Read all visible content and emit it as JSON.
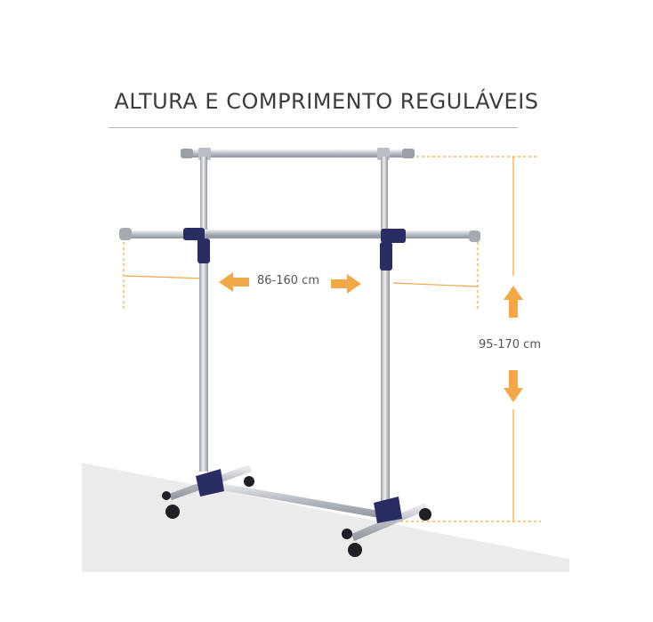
{
  "title": "ALTURA E COMPRIMENTO REGULÁVEIS",
  "dimensions": {
    "width_label": "86-160 cm",
    "height_label": "95-170 cm"
  },
  "colors": {
    "accent": "#f0a848",
    "steel": "#c8ccd2",
    "joint": "#2a2d63",
    "floor": "#ececec",
    "title_text": "#3c3c3c"
  },
  "icons": {
    "arrow_left": "arrow-left-icon",
    "arrow_right": "arrow-right-icon",
    "arrow_up": "arrow-up-icon",
    "arrow_down": "arrow-down-icon"
  }
}
